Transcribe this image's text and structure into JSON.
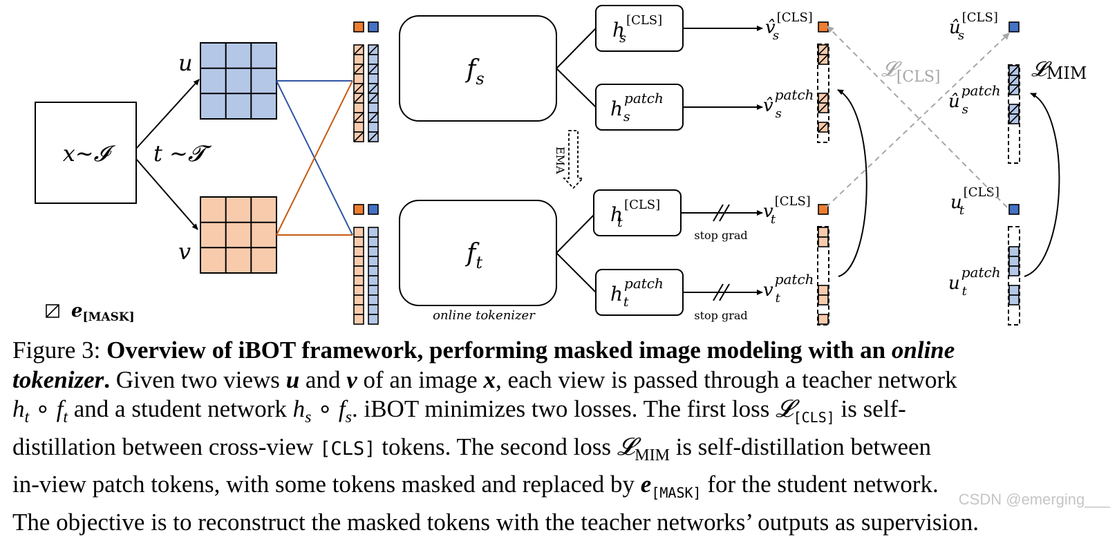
{
  "figure": {
    "input_label": "x∼𝓘",
    "aug_label": "t ∼𝓣",
    "view_u": "u",
    "view_v": "v",
    "mask_legend": "e",
    "mask_legend_sub": "[MASK]",
    "student_backbone": "f",
    "student_backbone_sub": "s",
    "teacher_backbone": "f",
    "teacher_backbone_sub": "t",
    "online_tokenizer": "online tokenizer",
    "ema": "EMA",
    "heads": [
      {
        "base": "h",
        "sup": "[CLS]",
        "sub": "s"
      },
      {
        "base": "h",
        "sup": "patch",
        "sub": "s"
      },
      {
        "base": "h",
        "sup": "[CLS]",
        "sub": "t"
      },
      {
        "base": "h",
        "sup": "patch",
        "sub": "t"
      }
    ],
    "outputs": [
      {
        "base": "v̂",
        "sup": "[CLS]",
        "sub": "s"
      },
      {
        "base": "v̂",
        "sup": "patch",
        "sub": "s"
      },
      {
        "base": "v",
        "sup": "[CLS]",
        "sub": "t"
      },
      {
        "base": "v",
        "sup": "patch",
        "sub": "t"
      },
      {
        "base": "û",
        "sup": "[CLS]",
        "sub": "s"
      },
      {
        "base": "û",
        "sup": "patch",
        "sub": "s"
      },
      {
        "base": "u",
        "sup": "[CLS]",
        "sub": "t"
      },
      {
        "base": "u",
        "sup": "patch",
        "sub": "t"
      }
    ],
    "stop_grad": "stop grad",
    "loss_cls": "𝓛",
    "loss_cls_sub": "[CLS]",
    "loss_mim": "𝓛",
    "loss_mim_sub": "MIM",
    "colors": {
      "orange_fill": "#f8cbad",
      "orange_dark": "#ed7d31",
      "blue_fill": "#b4c7e7",
      "blue_dark": "#4472c4",
      "line_blue": "#2f55a4",
      "line_orange": "#c55a11",
      "loss_gray": "#a6a6a6"
    }
  },
  "caption": {
    "fig_num": "Figure 3:",
    "title_bold": "Overview of iBOT framework, performing masked image modeling with an",
    "title_italic": "online",
    "title_italic2": "tokenizer",
    "title_end": ".",
    "l2": "Given two views",
    "u": "u",
    "and": "and",
    "v": "v",
    "of_image": "of an image",
    "x": "x",
    "l2_tail": ", each view is passed through a teacher network",
    "l3_a": "h",
    "l3_a_sub": "t",
    "l3_circ": " ∘ ",
    "l3_b": "f",
    "l3_b_sub": "t",
    "l3_mid": " and a student network ",
    "l3_c": "h",
    "l3_c_sub": "s",
    "l3_d": "f",
    "l3_d_sub": "s",
    "l3_tail": ".  iBOT minimizes two losses.  The first loss",
    "l3_loss": "𝓛",
    "l3_loss_sub": "[CLS]",
    "l3_end": " is self-",
    "l4_a": "distillation between cross-view",
    "l4_cls": "[CLS]",
    "l4_b": "tokens.  The second loss",
    "l4_loss": "𝓛",
    "l4_loss_sub": "MIM",
    "l4_end": " is self-distillation between",
    "l5_a": "in-view patch tokens, with some tokens masked and replaced by",
    "l5_e": "e",
    "l5_e_sub": "[MASK]",
    "l5_end": " for the student network.",
    "l6": "The objective is to reconstruct the masked tokens with the teacher networks’ outputs as supervision."
  },
  "watermark": "CSDN @emerging___"
}
